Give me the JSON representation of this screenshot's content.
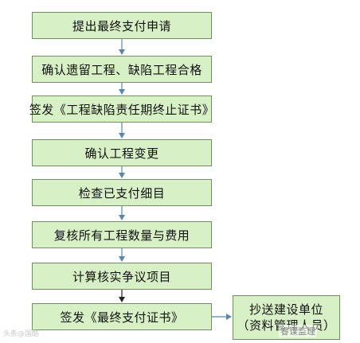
{
  "steps": [
    "提出最终支付申请",
    "确认遗留工程、缺陷工程合格",
    "签发《工程缺陷责任期终止证书》",
    "确认工程变更",
    "检查已支付细目",
    "复核所有工程数量与费用",
    "计算核实争议项目",
    "签发《最终支付证书》"
  ],
  "side": {
    "line1": "抄送建设单位",
    "line2": "（资料管理人员）"
  },
  "watermark_left": "头条@国酷",
  "watermark_right": "睿谋监理",
  "colors": {
    "box_fill": "#d8f0c6",
    "box_border": "#6f8f63",
    "arrow": "#5b86a8",
    "arrow_dark": "#222222"
  }
}
